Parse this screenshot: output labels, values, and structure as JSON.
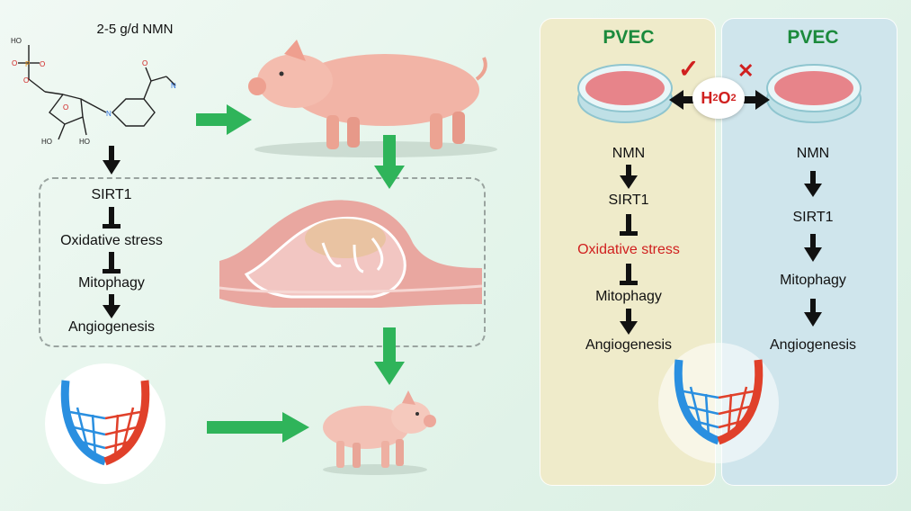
{
  "dose_label": "2-5 g/d NMN",
  "left_pathway": [
    "SIRT1",
    "Oxidative stress",
    "Mitophagy",
    "Angiogenesis"
  ],
  "pvec_left": {
    "title": "PVEC",
    "mark": "✓",
    "steps": [
      "NMN",
      "SIRT1",
      "Oxidative stress",
      "Mitophagy",
      "Angiogenesis"
    ]
  },
  "pvec_right": {
    "title": "PVEC",
    "mark": "✕",
    "steps": [
      "NMN",
      "SIRT1",
      "Mitophagy",
      "Angiogenesis"
    ]
  },
  "h2o2": {
    "main": "H",
    "sub1": "2",
    "mid": "O",
    "sub2": "2"
  },
  "colors": {
    "arrow_green": "#2fb45a",
    "accent_red": "#d0201f",
    "title_green": "#1b8a3c",
    "panel_left_bg": "#efebca",
    "panel_right_bg": "#cfe5ec",
    "vessel_blue": "#2a8fe0",
    "vessel_red": "#e0402a"
  }
}
